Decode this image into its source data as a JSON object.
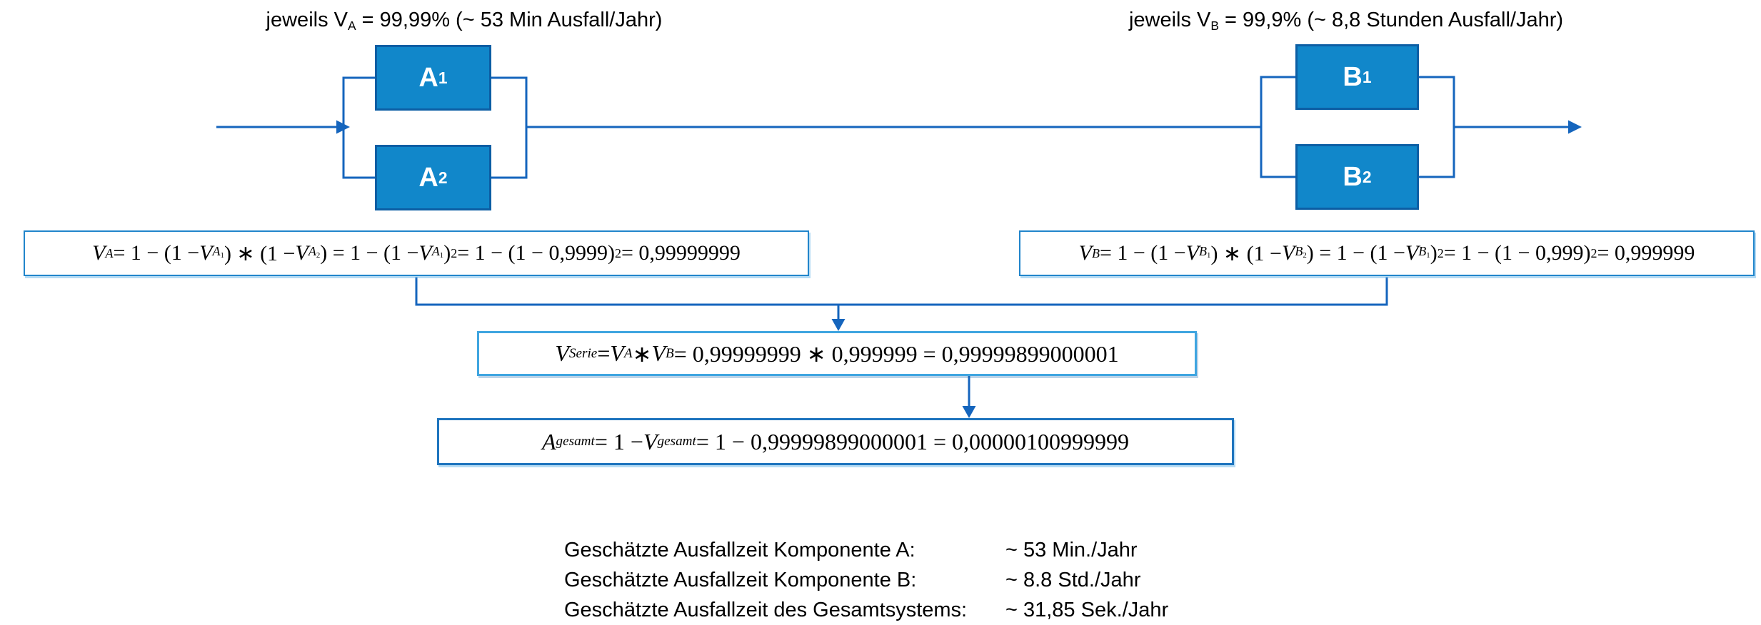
{
  "diagram": {
    "label_a": "jeweils V_{A} = 99,99% (~ 53 Min Ausfall/Jahr)",
    "label_b": "jeweils V_{B} = 99,9% (~ 8,8 Stunden Ausfall/Jahr)",
    "blocks": {
      "a1": "A_{1}",
      "a2": "A_{2}",
      "b1": "B_{1}",
      "b2": "B_{2}"
    }
  },
  "formulas": {
    "va": "V_{A} = 1 − (1 − V_{A_{1}}) ∗ (1 − V_{A_{2}}) = 1 − (1 − V_{A_{1}})^{2} = 1 − (1 − 0,9999)^{2} = 0,99999999",
    "vb": "V_{B} = 1 − (1 − V_{B_{1}}) ∗ (1 − V_{B_{2}}) = 1 − (1 − V_{B_{1}})^{2} = 1 − (1 − 0,999)^{2} = 0,999999",
    "vserie": "V_{Serie} = V_{A} ∗ V_{B} = 0,99999999 ∗ 0,999999 = 0,99999899000001",
    "agesamt": "A_{gesamt} = 1 − V_{gesamt} = 1 − 0,99999899000001 = 0,00000100999999"
  },
  "summary": {
    "rows": [
      {
        "label": "Geschätzte Ausfallzeit Komponente A:",
        "value": "~ 53 Min./Jahr"
      },
      {
        "label": "Geschätzte Ausfallzeit Komponente B:",
        "value": "~ 8.8 Std./Jahr"
      },
      {
        "label": "Geschätzte Ausfallzeit des Gesamtsystems:",
        "value": "~ 31,85 Sek./Jahr"
      }
    ]
  },
  "colors": {
    "block_fill": "#1187CA",
    "block_border": "#0C5EA4",
    "wire": "#1565BD",
    "formula_box_border": "#2185CB",
    "serie_box_border": "#3FA5E0",
    "gesamt_box_border": "#1E74BE",
    "block_text": "#FFFFFF"
  }
}
